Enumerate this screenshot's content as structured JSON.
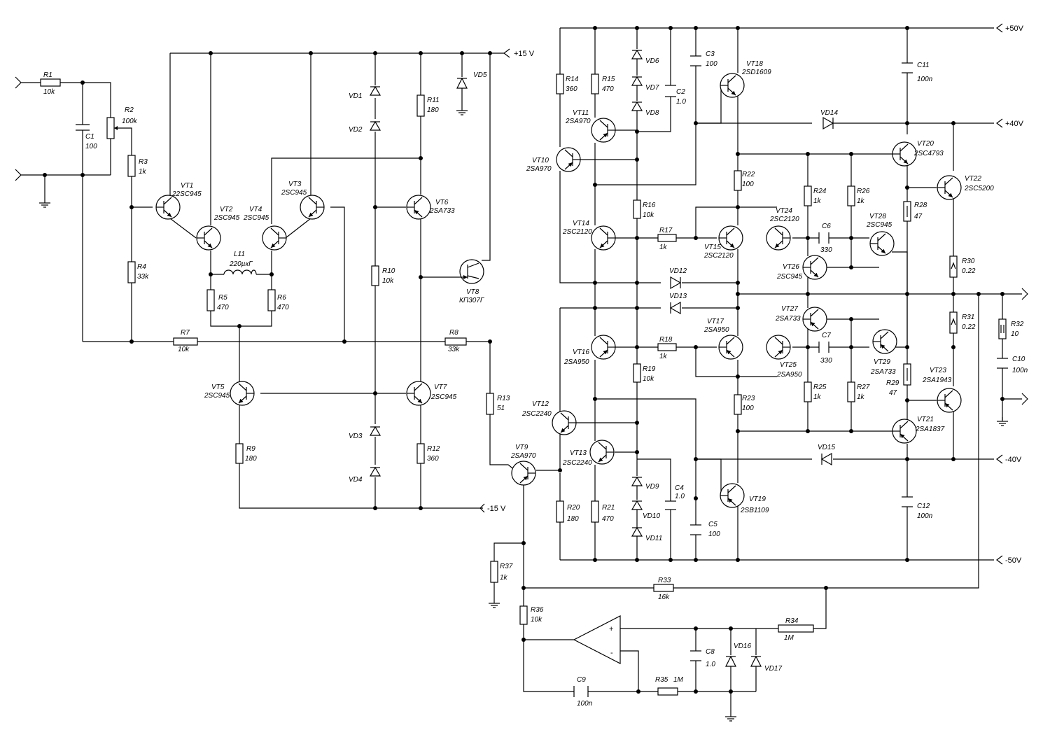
{
  "rails": {
    "p15": "+15 V",
    "m15": "-15 V",
    "p50": "+50V",
    "p40": "+40V",
    "m40": "-40V",
    "m50": "-50V"
  },
  "components": {
    "R1": {
      "ref": "R1",
      "val": "10k"
    },
    "R2": {
      "ref": "R2",
      "val": "100k"
    },
    "R3": {
      "ref": "R3",
      "val": "1k"
    },
    "R4": {
      "ref": "R4",
      "val": "33k"
    },
    "R5": {
      "ref": "R5",
      "val": "470"
    },
    "R6": {
      "ref": "R6",
      "val": "470"
    },
    "R7": {
      "ref": "R7",
      "val": "10k"
    },
    "R8": {
      "ref": "R8",
      "val": "33k"
    },
    "R9": {
      "ref": "R9",
      "val": "180"
    },
    "R10": {
      "ref": "R10",
      "val": "10k"
    },
    "R11": {
      "ref": "R11",
      "val": "180"
    },
    "R12": {
      "ref": "R12",
      "val": "360"
    },
    "R13": {
      "ref": "R13",
      "val": "51"
    },
    "R14": {
      "ref": "R14",
      "val": "360"
    },
    "R15": {
      "ref": "R15",
      "val": "470"
    },
    "R16": {
      "ref": "R16",
      "val": "10k"
    },
    "R17": {
      "ref": "R17",
      "val": "1k"
    },
    "R18": {
      "ref": "R18",
      "val": "1k"
    },
    "R19": {
      "ref": "R19",
      "val": "10k"
    },
    "R20": {
      "ref": "R20",
      "val": "180"
    },
    "R21": {
      "ref": "R21",
      "val": "470"
    },
    "R22": {
      "ref": "R22",
      "val": "100"
    },
    "R23": {
      "ref": "R23",
      "val": "100"
    },
    "R24": {
      "ref": "R24",
      "val": "1k"
    },
    "R25": {
      "ref": "R25",
      "val": "1k"
    },
    "R26": {
      "ref": "R26",
      "val": "1k"
    },
    "R27": {
      "ref": "R27",
      "val": "1k"
    },
    "R28": {
      "ref": "R28",
      "val": "47"
    },
    "R29": {
      "ref": "R29",
      "val": "47"
    },
    "R30": {
      "ref": "R30",
      "val": "0.22"
    },
    "R31": {
      "ref": "R31",
      "val": "0.22"
    },
    "R32": {
      "ref": "R32",
      "val": "10"
    },
    "R33": {
      "ref": "R33",
      "val": "16k"
    },
    "R34": {
      "ref": "R34",
      "val": "1M"
    },
    "R35": {
      "ref": "R35",
      "val": "1M"
    },
    "R36": {
      "ref": "R36",
      "val": "10k"
    },
    "R37": {
      "ref": "R37",
      "val": "1k"
    },
    "C1": {
      "ref": "C1",
      "val": "100"
    },
    "C2": {
      "ref": "C2",
      "val": "1.0"
    },
    "C3": {
      "ref": "C3",
      "val": "100"
    },
    "C4": {
      "ref": "C4",
      "val": "1.0"
    },
    "C5": {
      "ref": "C5",
      "val": "100"
    },
    "C6": {
      "ref": "C6",
      "val": "330"
    },
    "C7": {
      "ref": "C7",
      "val": "330"
    },
    "C8": {
      "ref": "C8",
      "val": "1.0"
    },
    "C9": {
      "ref": "C9",
      "val": "100n"
    },
    "C10": {
      "ref": "C10",
      "val": "100n"
    },
    "C11": {
      "ref": "C11",
      "val": "100n"
    },
    "C12": {
      "ref": "C12",
      "val": "100n"
    },
    "L11": {
      "ref": "L11",
      "val": "220µкГ"
    },
    "VT1": {
      "ref": "VT1",
      "val": "22SC945"
    },
    "VT2": {
      "ref": "VT2",
      "val": "2SC945"
    },
    "VT3": {
      "ref": "VT3",
      "val": "2SC945"
    },
    "VT4": {
      "ref": "VT4",
      "val": "2SC945"
    },
    "VT5": {
      "ref": "VT5",
      "val": "2SC945"
    },
    "VT6": {
      "ref": "VT6",
      "val": "2SA733"
    },
    "VT7": {
      "ref": "VT7",
      "val": "2SC945"
    },
    "VT8": {
      "ref": "VT8",
      "val": "КП307Г"
    },
    "VT9": {
      "ref": "VT9",
      "val": "2SA970"
    },
    "VT10": {
      "ref": "VT10",
      "val": "2SA970"
    },
    "VT11": {
      "ref": "VT11",
      "val": "2SA970"
    },
    "VT12": {
      "ref": "VT12",
      "val": "2SC2240"
    },
    "VT13": {
      "ref": "VT13",
      "val": "2SC2240"
    },
    "VT14": {
      "ref": "VT14",
      "val": "2SC2120"
    },
    "VT15": {
      "ref": "VT15",
      "val": "2SC2120"
    },
    "VT16": {
      "ref": "VT16",
      "val": "2SA950"
    },
    "VT17": {
      "ref": "VT17",
      "val": "2SA950"
    },
    "VT18": {
      "ref": "VT18",
      "val": "2SD1609"
    },
    "VT19": {
      "ref": "VT19",
      "val": "2SB1109"
    },
    "VT20": {
      "ref": "VT20",
      "val": "2SC4793"
    },
    "VT21": {
      "ref": "VT21",
      "val": "2SA1837"
    },
    "VT22": {
      "ref": "VT22",
      "val": "2SC5200"
    },
    "VT23": {
      "ref": "VT23",
      "val": "2SA1943"
    },
    "VT24": {
      "ref": "VT24",
      "val": "2SC2120"
    },
    "VT25": {
      "ref": "VT25",
      "val": "2SA950"
    },
    "VT26": {
      "ref": "VT26",
      "val": "2SC945"
    },
    "VT27": {
      "ref": "VT27",
      "val": "2SA733"
    },
    "VT28": {
      "ref": "VT28",
      "val": "2SC945"
    },
    "VT29": {
      "ref": "VT29",
      "val": "2SA733"
    },
    "VD1": {
      "ref": "VD1"
    },
    "VD2": {
      "ref": "VD2"
    },
    "VD3": {
      "ref": "VD3"
    },
    "VD4": {
      "ref": "VD4"
    },
    "VD5": {
      "ref": "VD5"
    },
    "VD6": {
      "ref": "VD6"
    },
    "VD7": {
      "ref": "VD7"
    },
    "VD8": {
      "ref": "VD8"
    },
    "VD9": {
      "ref": "VD9"
    },
    "VD10": {
      "ref": "VD10"
    },
    "VD11": {
      "ref": "VD11"
    },
    "VD12": {
      "ref": "VD12"
    },
    "VD13": {
      "ref": "VD13"
    },
    "VD14": {
      "ref": "VD14"
    },
    "VD15": {
      "ref": "VD15"
    },
    "VD16": {
      "ref": "VD16"
    },
    "VD17": {
      "ref": "VD17"
    }
  },
  "opamp": {
    "plus": "+",
    "minus": "-"
  }
}
